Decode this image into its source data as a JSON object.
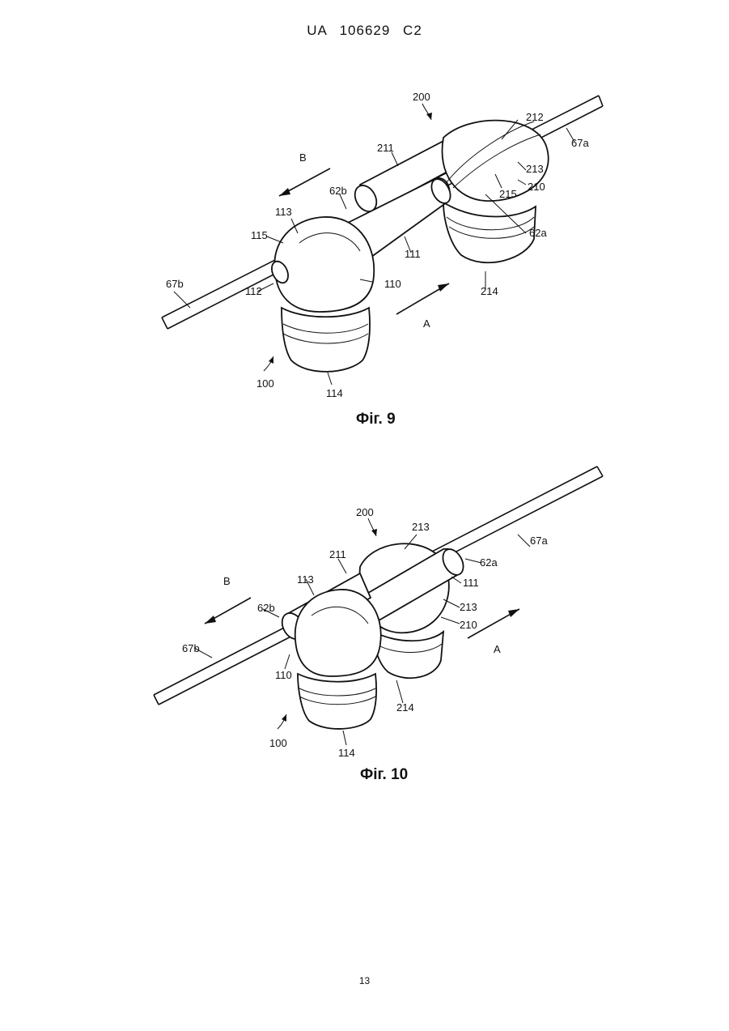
{
  "header": "UA 106629 C2",
  "figures": [
    {
      "caption": "Фіг. 9",
      "labels": {
        "l200": "200",
        "l212": "212",
        "l67a": "67a",
        "l211": "211",
        "lB": "B",
        "l62b": "62b",
        "l213": "213",
        "l210": "210",
        "l215": "215",
        "l113": "113",
        "l62a": "62a",
        "l115": "115",
        "l111": "111",
        "l67b": "67b",
        "l110": "110",
        "l112": "112",
        "l214": "214",
        "lA": "A",
        "l100": "100",
        "l114": "114"
      }
    },
    {
      "caption": "Фіг. 10",
      "labels": {
        "l200": "200",
        "l213a": "213",
        "l67a": "67a",
        "l211": "211",
        "l62a": "62a",
        "l111": "111",
        "lB": "B",
        "l113": "113",
        "l213b": "213",
        "l62b": "62b",
        "l210": "210",
        "lA": "A",
        "l67b": "67b",
        "l110": "110",
        "l214": "214",
        "l100": "100",
        "l114": "114"
      }
    }
  ],
  "page_number": "13"
}
